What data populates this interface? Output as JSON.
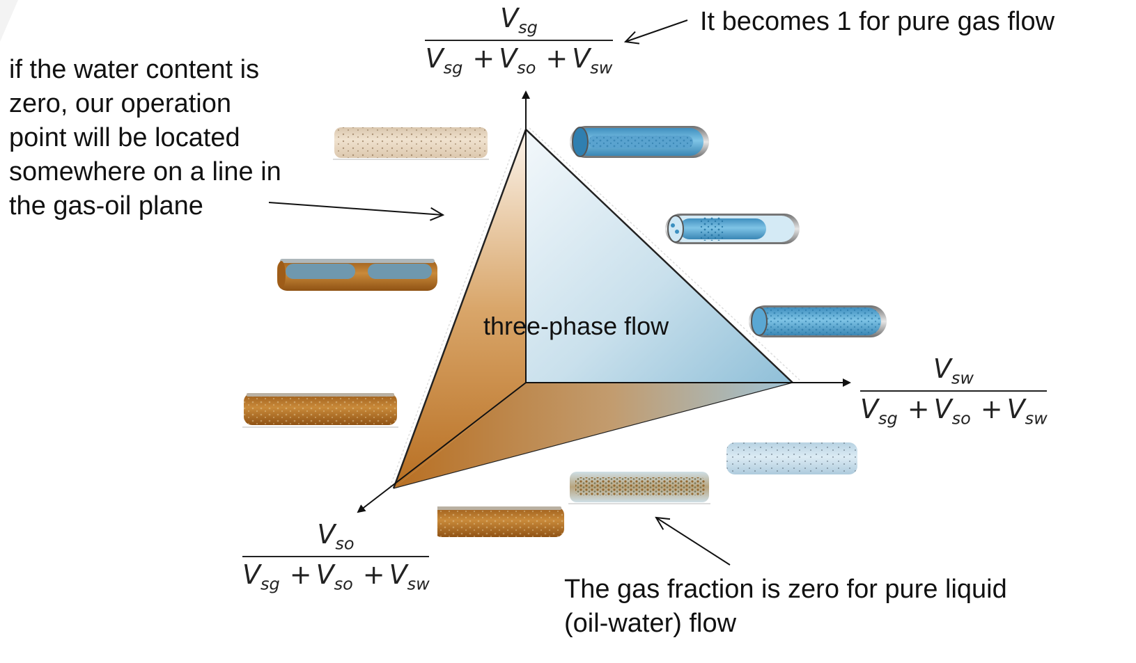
{
  "annotations": {
    "top_right": "It becomes 1 for pure gas flow",
    "left_lines": [
      "if the water content is",
      "zero, our operation",
      "point will be located",
      "somewhere on a line in",
      "the gas-oil plane"
    ],
    "bottom_right_lines": [
      "The gas fraction is zero for pure liquid",
      "(oil-water) flow"
    ],
    "center": "three-phase flow"
  },
  "axes": {
    "gas": {
      "num_var": "V",
      "num_sub": "sg",
      "den": [
        {
          "var": "V",
          "sub": "sg"
        },
        {
          "var": "V",
          "sub": "so"
        },
        {
          "var": "V",
          "sub": "sw"
        }
      ]
    },
    "water": {
      "num_var": "V",
      "num_sub": "sw",
      "den": [
        {
          "var": "V",
          "sub": "sg"
        },
        {
          "var": "V",
          "sub": "so"
        },
        {
          "var": "V",
          "sub": "sw"
        }
      ]
    },
    "oil": {
      "num_var": "V",
      "num_sub": "so",
      "den": [
        {
          "var": "V",
          "sub": "sg"
        },
        {
          "var": "V",
          "sub": "so"
        },
        {
          "var": "V",
          "sub": "sw"
        }
      ]
    }
  },
  "colors": {
    "oil": "#b86f22",
    "oil_light": "#f3e6d8",
    "water": "#6fb8dc",
    "water_dark": "#3d8fc0",
    "water_light": "#dcecf5",
    "gas_oil_pipe": "#e8d6bf",
    "metal": "#9a9a9a"
  },
  "pipes": [
    {
      "name": "pipe-gas-oil-bubbles",
      "type": "bubbly-light"
    },
    {
      "name": "pipe-gas-water-annular",
      "type": "annular-water"
    },
    {
      "name": "pipe-gas-water-slug",
      "type": "slug-water"
    },
    {
      "name": "pipe-water-bubbles",
      "type": "bubbly-water"
    },
    {
      "name": "pipe-oil-slug",
      "type": "slug-oil"
    },
    {
      "name": "pipe-oil-bubbles",
      "type": "bubbly-oil"
    },
    {
      "name": "pipe-water-light-bubbles",
      "type": "bubbly-lightblue"
    },
    {
      "name": "pipe-oil-water-emulsion",
      "type": "emulsion"
    },
    {
      "name": "pipe-oil-bottom",
      "type": "bubbly-oil"
    }
  ]
}
